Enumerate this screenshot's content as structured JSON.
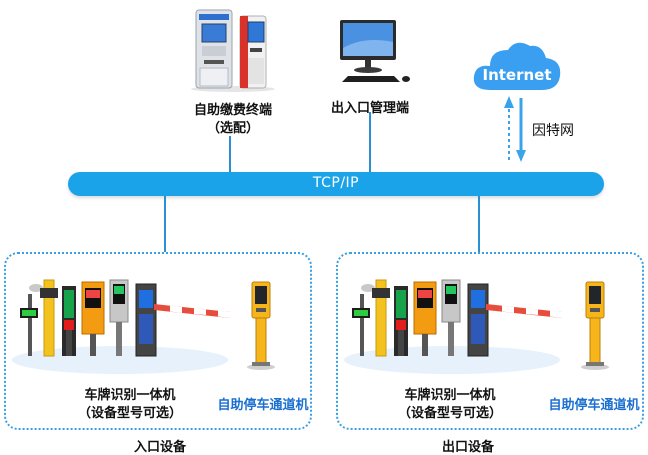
{
  "top": {
    "kiosk_label_line1": "自助缴费终端",
    "kiosk_label_line2": "（选配）",
    "manager_label": "出入口管理端",
    "cloud_label": "Internet",
    "internet_cn_label": "因特网"
  },
  "bus_label": "TCP/IP",
  "entrance": {
    "group_label": "入口设备",
    "equipment_line1": "车牌识别一体机",
    "equipment_line2": "（设备型号可选）",
    "terminal_label": "自助停车通道机"
  },
  "exit": {
    "group_label": "出口设备",
    "equipment_line1": "车牌识别一体机",
    "equipment_line2": "（设备型号可选）",
    "terminal_label": "自助停车通道机"
  },
  "colors": {
    "bus": "#1aa3e8",
    "connector": "#2a8fd3",
    "zone_border": "#3a9fe0",
    "accent_text": "#1a6fd1",
    "terminal_yellow": "#f7b51c"
  }
}
